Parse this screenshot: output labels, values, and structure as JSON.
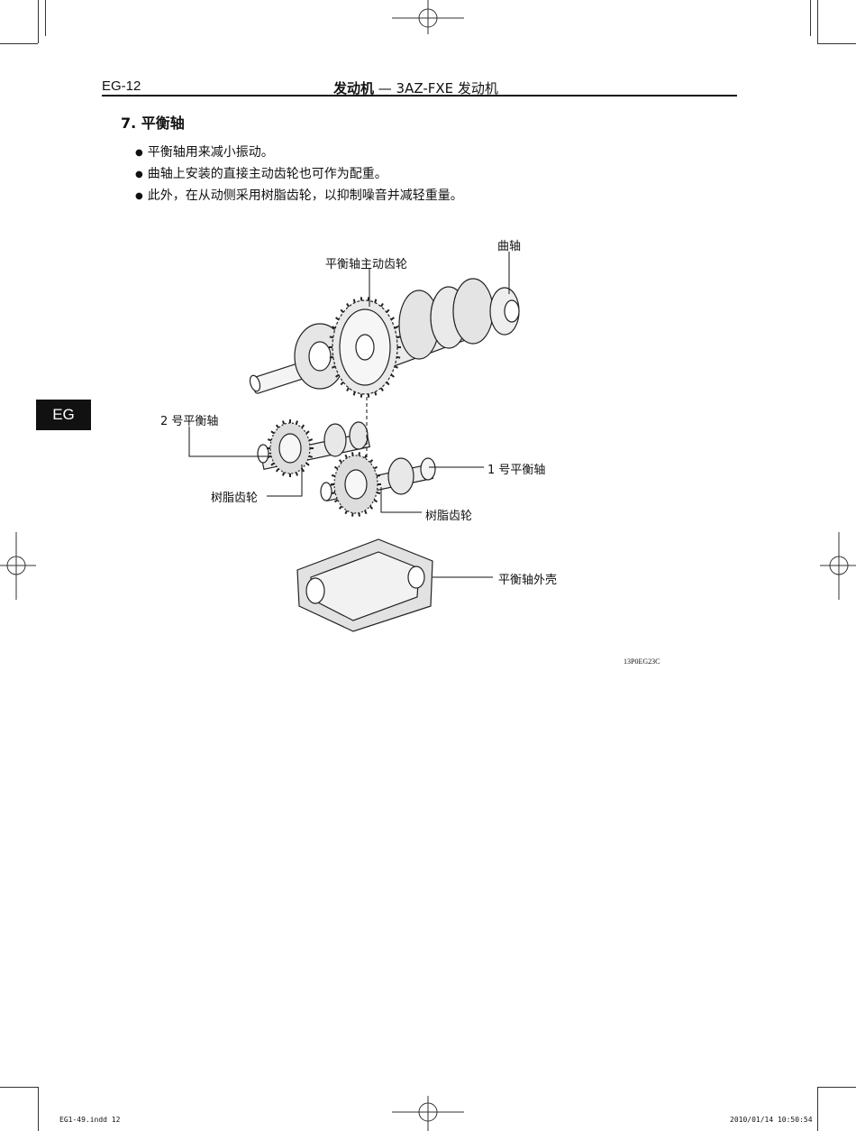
{
  "header": {
    "page_id": "EG-12",
    "chapter_bold": "发动机",
    "chapter_rest": " — 3AZ-FXE 发动机"
  },
  "section": {
    "title": "7. 平衡轴",
    "bullets": [
      "平衡轴用来减小振动。",
      "曲轴上安装的直接主动齿轮也可作为配重。",
      "此外，在从动侧采用树脂齿轮，以抑制噪音并减轻重量。"
    ]
  },
  "side_tab": "EG",
  "figure": {
    "labels": {
      "crankshaft": "曲轴",
      "drive_gear": "平衡轴主动齿轮",
      "shaft2": "2 号平衡轴",
      "shaft1": "1 号平衡轴",
      "resin_gear_left": "树脂齿轮",
      "resin_gear_right": "树脂齿轮",
      "housing": "平衡轴外壳"
    },
    "code": "13P0EG23C"
  },
  "footer": {
    "file": "EG1-49.indd   12",
    "timestamp": "2010/01/14   10:50:54"
  }
}
